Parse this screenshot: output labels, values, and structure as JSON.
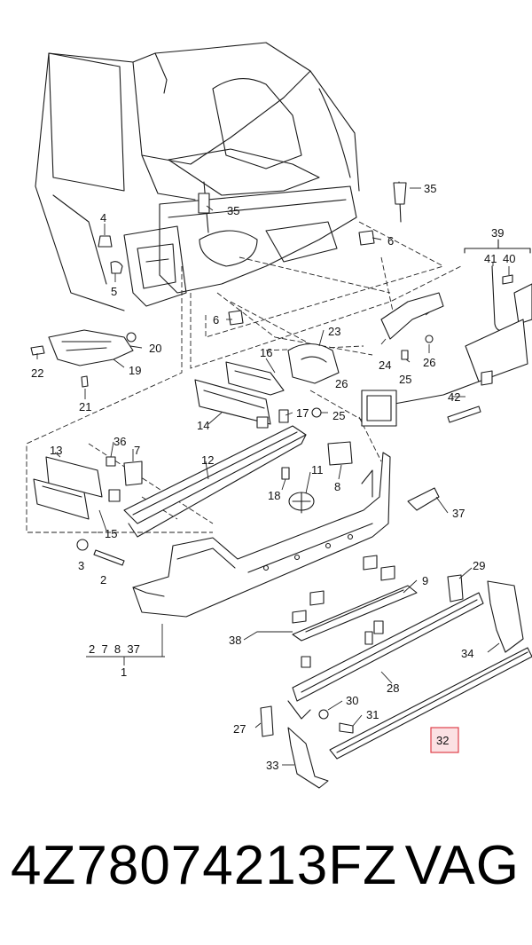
{
  "callouts": {
    "c1": "1",
    "c2": "2",
    "c3": "3",
    "c4": "4",
    "c5": "5",
    "c6a": "6",
    "c6b": "6",
    "c7": "7",
    "c8": "8",
    "c9": "9",
    "c11": "11",
    "c12": "12",
    "c13": "13",
    "c14": "14",
    "c15": "15",
    "c16": "16",
    "c17": "17",
    "c18": "18",
    "c19": "19",
    "c20": "20",
    "c21": "21",
    "c22": "22",
    "c23": "23",
    "c24": "24",
    "c25a": "25",
    "c25b": "25",
    "c26a": "26",
    "c26b": "26",
    "c27": "27",
    "c28": "28",
    "c29": "29",
    "c30": "30",
    "c31": "31",
    "c32": "32",
    "c33": "33",
    "c34": "34",
    "c35a": "35",
    "c35b": "35",
    "c36": "36",
    "c37": "37",
    "c38": "38",
    "c39": "39",
    "c40": "40",
    "c41": "41",
    "c42": "42"
  },
  "group_label_1": "2  7  8  37",
  "highlight_color": "#e0404a",
  "highlight_fill": "#fbe1e3",
  "footer": {
    "part_number": "4Z78074213FZ",
    "brand": "VAG"
  }
}
